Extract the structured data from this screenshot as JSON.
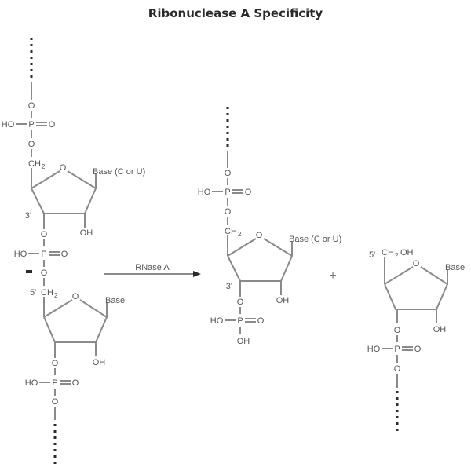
{
  "title": "Ribonuclease A Specificity",
  "labels": {
    "ho": "HO",
    "p": "P",
    "o": "O",
    "oh": "OH",
    "ch2": "CH",
    "sub2": "2",
    "ch2oh": "CH",
    "ch2oh_tail": "OH",
    "prime3": "3'",
    "prime5": "5'",
    "base_cu": "Base (C or U)",
    "base": "Base"
  },
  "reaction": {
    "enzyme": "RNase A",
    "plus": "+",
    "cleavage_marker": "•"
  },
  "colors": {
    "bond": "#8a8a8a",
    "text": "#555555",
    "title": "#2a2a2a",
    "dashes": "#2a2a2a"
  },
  "structures": [
    {
      "name": "substrate-dinucleotide",
      "units": [
        "Base (C or U)",
        "Base"
      ]
    },
    {
      "name": "product-3-phosphate-nucleotide",
      "units": [
        "Base (C or U)"
      ]
    },
    {
      "name": "product-5-hydroxyl-nucleotide",
      "units": [
        "Base"
      ]
    }
  ]
}
